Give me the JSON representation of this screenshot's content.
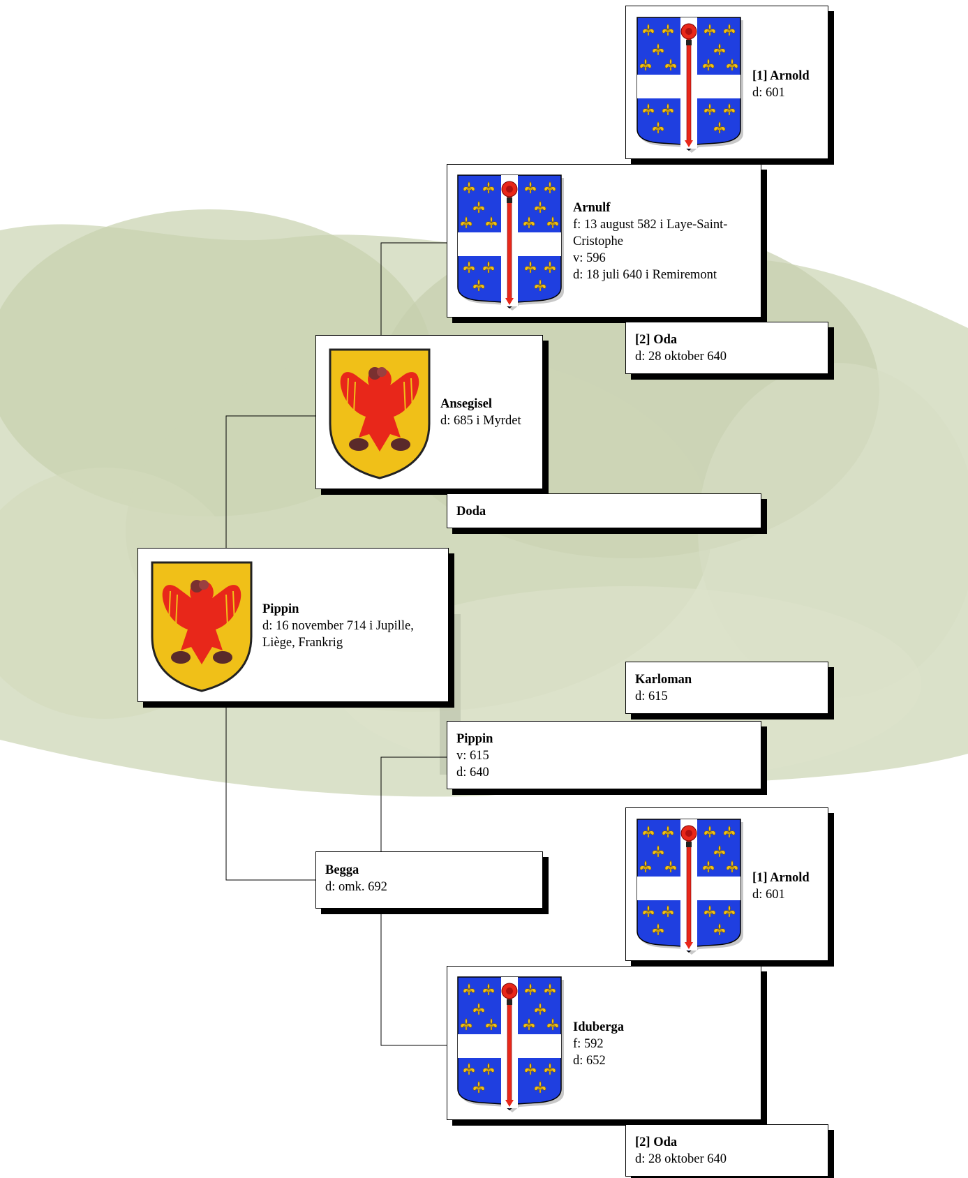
{
  "colors": {
    "azure": "#1f3fe0",
    "or": "#f0c018",
    "gules": "#e8271a",
    "argent": "#ffffff"
  },
  "people": {
    "arnold_top": {
      "name": "[1] Arnold",
      "lines": [
        "d: 601"
      ],
      "crest": "metz-cross-crest"
    },
    "arnulf": {
      "name": "Arnulf",
      "lines": [
        "f: 13 august 582 i Laye-Saint-Cristophe",
        "v: 596",
        "d: 18 juli 640 i Remiremont"
      ],
      "crest": "metz-cross-crest"
    },
    "oda_top": {
      "name": "[2] Oda",
      "lines": [
        "d: 28 oktober 640"
      ]
    },
    "ansegisel": {
      "name": "Ansegisel",
      "lines": [
        "d: 685 i Myrdet"
      ],
      "crest": "eagle-crest"
    },
    "doda": {
      "name": "Doda",
      "lines": []
    },
    "pippin_main": {
      "name": "Pippin",
      "lines": [
        "d: 16 november 714 i Jupille, Liège, Frankrig"
      ],
      "crest": "eagle-crest"
    },
    "karloman": {
      "name": "Karloman",
      "lines": [
        "d: 615"
      ]
    },
    "pippin_elder": {
      "name": "Pippin",
      "lines": [
        "v: 615",
        "d: 640"
      ]
    },
    "begga": {
      "name": "Begga",
      "lines": [
        "d: omk. 692"
      ]
    },
    "arnold_bottom": {
      "name": "[1] Arnold",
      "lines": [
        "d: 601"
      ],
      "crest": "metz-cross-crest"
    },
    "iduberga": {
      "name": "Iduberga",
      "lines": [
        "f: 592",
        "d: 652"
      ],
      "crest": "metz-cross-crest"
    },
    "oda_bottom": {
      "name": "[2] Oda",
      "lines": [
        "d: 28 oktober 640"
      ]
    }
  }
}
